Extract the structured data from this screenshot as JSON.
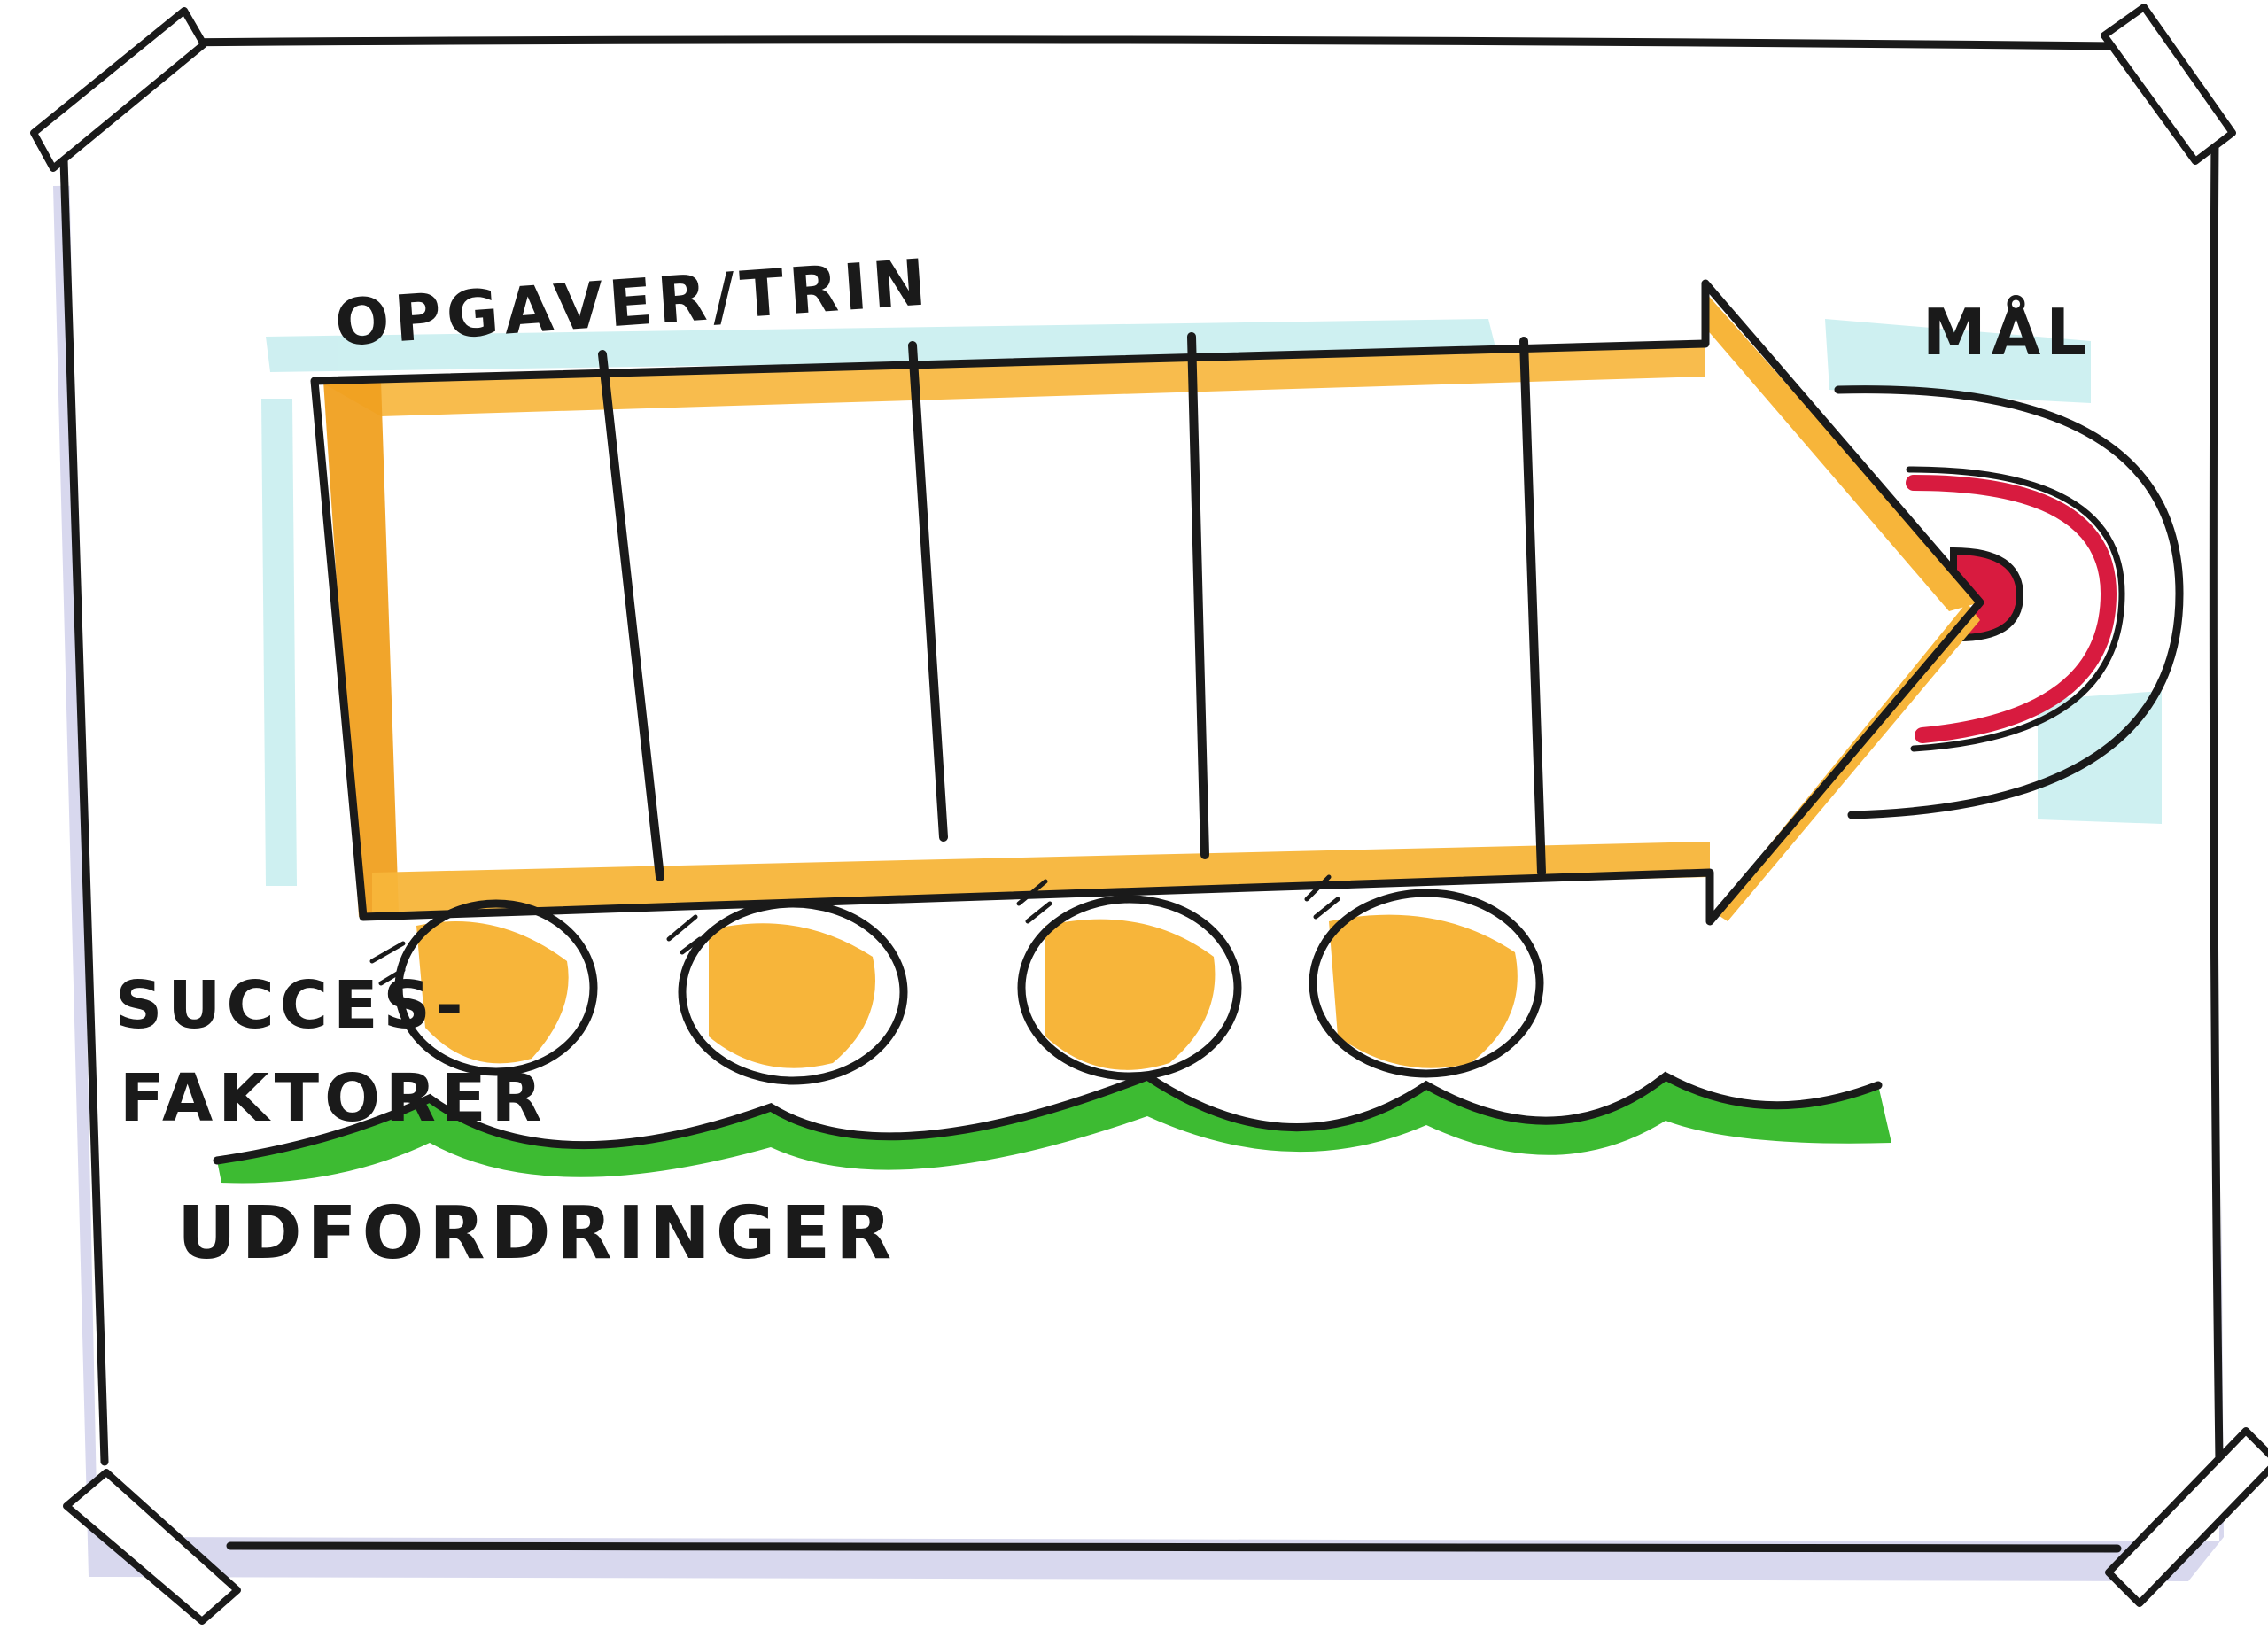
{
  "labels": {
    "tasks": "OPGAVER/TRIN",
    "goal": "MÅL",
    "success_line1": "SUCCES-",
    "success_line2": "FAKTORER",
    "challenges": "UDFORDRINGER"
  },
  "colors": {
    "paper": "#ffffff",
    "shadow": "#d8d8ee",
    "ink": "#1a1a1a",
    "orange": "#f7b53a",
    "orange_dark": "#f0a020",
    "cyan": "#c9eef0",
    "green": "#3dbb32",
    "red": "#d81b3f"
  },
  "icons": {
    "corner_tape": "tape-icon",
    "target": "target-icon",
    "wheel": "wheel-icon",
    "wave": "wave-icon"
  }
}
